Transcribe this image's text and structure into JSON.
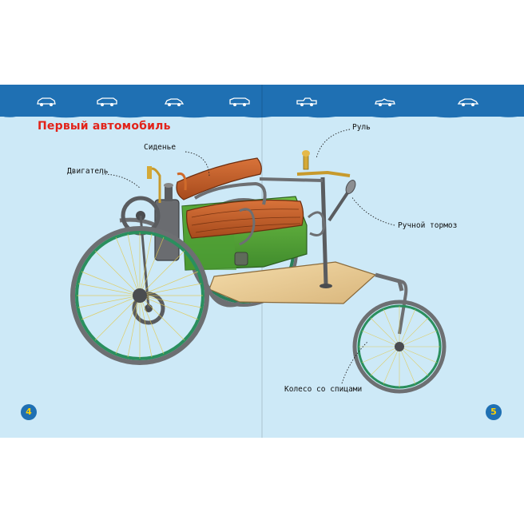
{
  "page": {
    "title": "Первый автомобиль",
    "colors": {
      "band": "#1f70b3",
      "background": "#cde9f7",
      "title": "#e2231a",
      "page_number": "#ffd200"
    }
  },
  "labels": {
    "seat": "Сиденье",
    "engine": "Двигатель",
    "wheel_steer": "Руль",
    "hand_brake": "Ручной тормоз",
    "spoke_wheel": "Колесо со спицами"
  },
  "page_numbers": {
    "left": "4",
    "right": "5"
  },
  "icons": [
    "car-icon",
    "car-icon",
    "car-icon",
    "car-icon",
    "pickup-icon",
    "convertible-icon",
    "coupe-icon"
  ]
}
